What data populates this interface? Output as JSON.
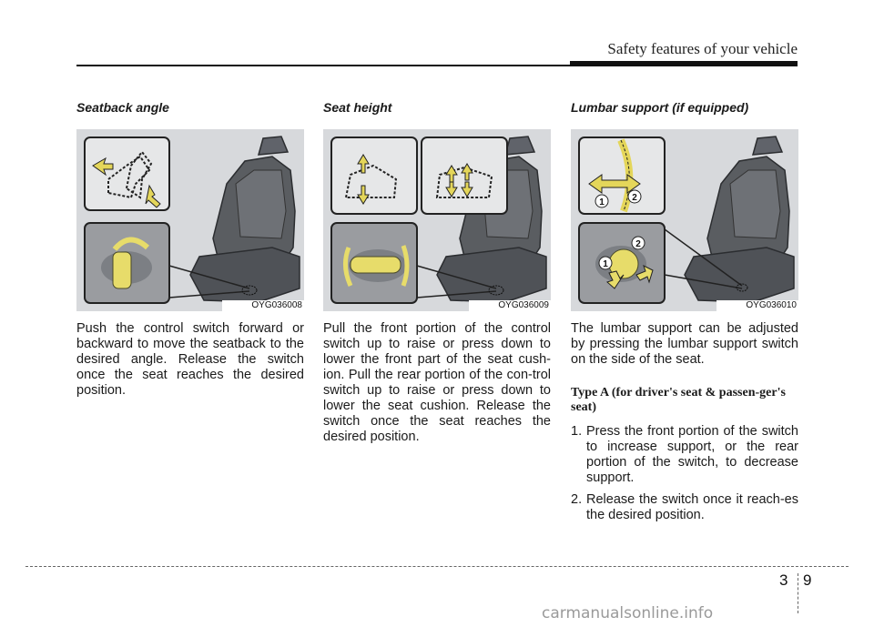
{
  "header": {
    "title": "Safety features of your vehicle"
  },
  "sections": [
    {
      "title": "Seatback angle",
      "figure_code": "OYG036008",
      "body": "Push the control switch forward or backward to move the seatback to the desired angle. Release the switch once the seat reaches the desired position."
    },
    {
      "title": "Seat height",
      "figure_code": "OYG036009",
      "body": "Pull the front portion of the control switch up to raise or press down to lower the front part of the seat cush-ion. Pull the rear portion of the con-trol switch up to raise or press down to lower the seat cushion. Release the switch once the seat reaches the desired position."
    },
    {
      "title": "Lumbar support (if equipped)",
      "figure_code": "OYG036010",
      "callouts": [
        "1",
        "2",
        "2",
        "1"
      ],
      "body": "The lumbar support can be adjusted by pressing the lumbar support switch on the side of the seat.",
      "subhead": "Type A (for driver's seat & passen-ger's seat)",
      "steps": [
        {
          "num": "1.",
          "text": "Press the front portion of the switch to increase support, or the rear portion of the switch, to decrease support."
        },
        {
          "num": "2.",
          "text": "Release the switch once it reach-es the desired position."
        }
      ]
    }
  ],
  "footer": {
    "chapter": "3",
    "page": "9"
  },
  "watermark": "carmanualsonline.info"
}
